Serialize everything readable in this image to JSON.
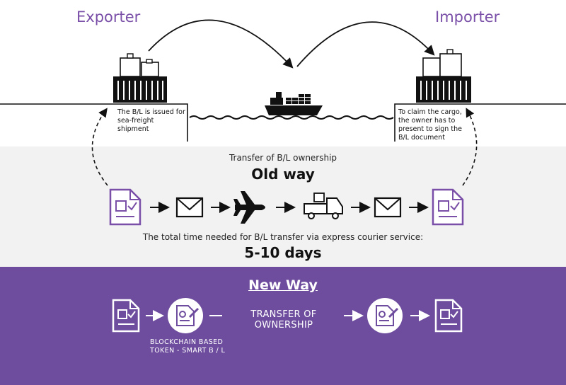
{
  "top": {
    "exporter": "Exporter",
    "importer": "Importer",
    "exporter_note": [
      "The B/L is issued for",
      "sea-freight shipment"
    ],
    "importer_note": [
      "To claim the cargo,",
      "the owner has to",
      "present to sign the",
      "B/L document"
    ]
  },
  "old_way": {
    "subtitle": "Transfer of B/L ownership",
    "title": "Old way",
    "time_text": "The total time needed for B/L transfer via express courier service:",
    "days": "5-10 days",
    "steps": [
      "document-icon",
      "envelope-icon",
      "airplane-icon",
      "truck-icon",
      "envelope-icon",
      "document-icon"
    ]
  },
  "new_way": {
    "title": "New Way",
    "transfer_label": "TRANSFER OF OWNERSHIP",
    "token_label": [
      "BLOCKCHAIN BASED",
      "TOKEN - SMART B / L"
    ]
  },
  "colors": {
    "accent": "#7a4fa8",
    "grey_band": "#f2f2f2",
    "purple_band": "#6e4d9e"
  }
}
